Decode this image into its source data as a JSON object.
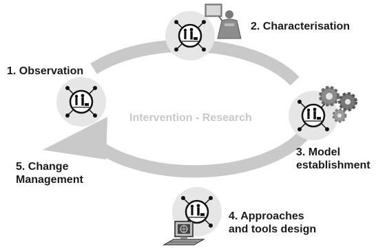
{
  "center_label": "Intervention - Research",
  "steps": [
    {
      "label": "1. Observation"
    },
    {
      "label": "2. Characterisation"
    },
    {
      "label": "3. Model\nestablishment"
    },
    {
      "label": "4. Approaches\nand tools design"
    },
    {
      "label": "5. Change\nManagement"
    }
  ],
  "colors": {
    "arrow": "#c9c9c9",
    "node_fill": "#e6e6e6",
    "text": "#1a1a1a",
    "center_text": "#c8c8c8"
  },
  "icons": [
    "people-network-icon",
    "presenter-person-icon",
    "gears-icon",
    "computer-workstation-icon"
  ]
}
